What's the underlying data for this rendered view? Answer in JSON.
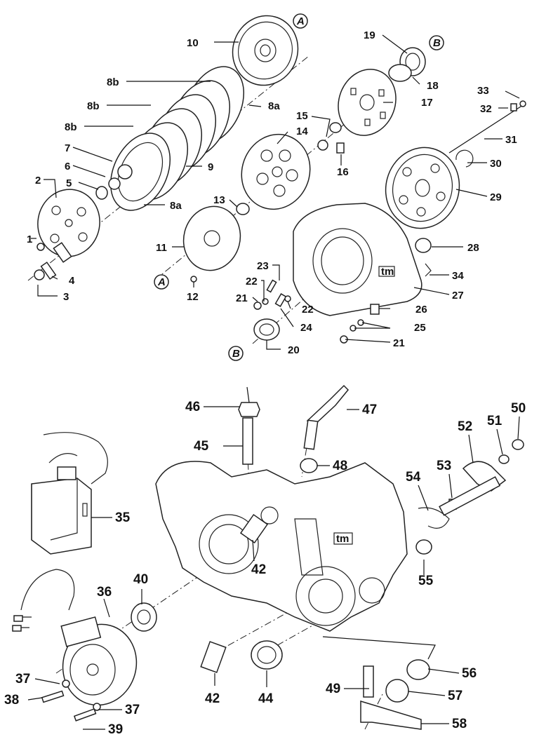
{
  "top_labels": {
    "l1": "1",
    "l2": "2",
    "l3": "3",
    "l4": "4",
    "l5": "5",
    "l6": "6",
    "l7": "7",
    "l8a_1": "8a",
    "l8a_2": "8a",
    "l8b_1": "8b",
    "l8b_2": "8b",
    "l8b_3": "8b",
    "l9": "9",
    "l10": "10",
    "l11": "11",
    "l12": "12",
    "l13": "13",
    "l14": "14",
    "l15": "15",
    "l16": "16",
    "l17": "17",
    "l18": "18",
    "l19": "19",
    "l20": "20",
    "l21_1": "21",
    "l21_2": "21",
    "l22_1": "22",
    "l22_2": "22",
    "l23": "23",
    "l24": "24",
    "l25": "25",
    "l26": "26",
    "l27": "27",
    "l28": "28",
    "l29": "29",
    "l30": "30",
    "l31": "31",
    "l32": "32",
    "l33": "33",
    "l34": "34",
    "refA1": "A",
    "refA2": "A",
    "refB1": "B",
    "refB2": "B"
  },
  "bottom_labels": {
    "l35": "35",
    "l36": "36",
    "l37_1": "37",
    "l37_2": "37",
    "l38": "38",
    "l39": "39",
    "l40": "40",
    "l42_1": "42",
    "l42_2": "42",
    "l44": "44",
    "l45": "45",
    "l46": "46",
    "l47": "47",
    "l48": "48",
    "l49": "49",
    "l50": "50",
    "l51": "51",
    "l52": "52",
    "l53": "53",
    "l54": "54",
    "l55": "55",
    "l56": "56",
    "l57": "57",
    "l58": "58"
  },
  "logo_text": "tm"
}
